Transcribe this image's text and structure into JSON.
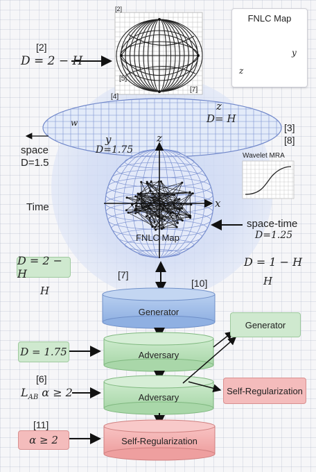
{
  "corner_plot": {
    "ref_top": "[2]",
    "ref_left": "[5]",
    "ref_right": "[7]",
    "ref_bottom_left": "[4]"
  },
  "left_eq": {
    "ref": "[2]",
    "equation": "D = 2 − H"
  },
  "fnlc_card": {
    "title": "FNLC Map",
    "axis_y": "y",
    "axis_z": "z"
  },
  "disk": {
    "z_label": "z",
    "d_label": "D= H",
    "y_label": "y",
    "y_value": "D=1.75",
    "w_label": "w",
    "refs_right": [
      "[3]",
      "[8]"
    ]
  },
  "space_label": {
    "text": "space",
    "value": "D=1.5"
  },
  "time_label": "Time",
  "wavelet": {
    "title": "Wavelet MRA"
  },
  "sphere": {
    "axis_z": "z",
    "axis_x": "x",
    "caption": "FNLC Map"
  },
  "spacetime": {
    "text": "space-time",
    "value": "D=1.25"
  },
  "right_eq": {
    "equation": "D = 1 − H",
    "h": "H"
  },
  "left_green": {
    "equation": "D = 2 − H",
    "h": "H"
  },
  "refs_mid": {
    "left": "[7]",
    "right": "[10]"
  },
  "stack": {
    "generator": "Generator",
    "adversary_1": "Adversary",
    "adversary_2": "Adversary",
    "self_reg": "Self-Regularization"
  },
  "side_generator": "Generator",
  "side_self_reg": "Self-Regularization",
  "d175_box": "D = 1.75",
  "lab": {
    "ref": "[6]",
    "expr": "L",
    "sub": "AB",
    "cond": "α ≥ 2"
  },
  "alpha": {
    "ref": "[11]",
    "cond": "α ≥ 2"
  },
  "colors": {
    "generator_fill": "#a9c4ea",
    "adversary_fill": "#bfe3bf",
    "self_reg_fill": "#f4b3b3",
    "halo": "#c9d6f1",
    "grid_line": "#6f86c9"
  }
}
